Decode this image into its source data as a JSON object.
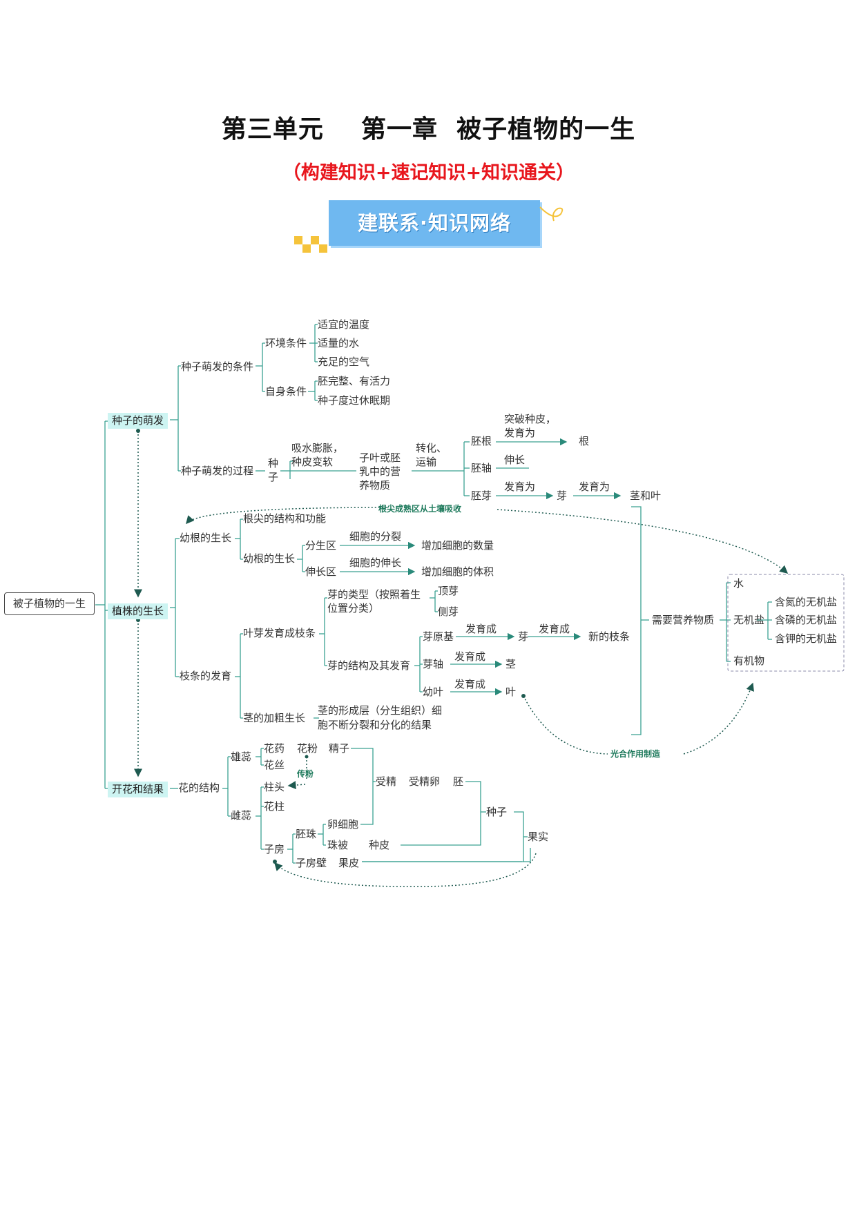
{
  "header": {
    "title": "第三单元    第一章  被子植物的一生",
    "subtitle": "（构建知识+速记知识+知识通关）",
    "banner": "建联系·知识网络"
  },
  "map": {
    "root": "被子植物的一生",
    "branches": {
      "seed": "种子的萌发",
      "growth": "植株的生长",
      "flower": "开花和结果"
    },
    "seed": {
      "conditions": "种子萌发的条件",
      "env": "环境条件",
      "env_items": [
        "适宜的温度",
        "适量的水",
        "充足的空气"
      ],
      "self": "自身条件",
      "self_items": [
        "胚完整、有活力",
        "种子度过休眠期"
      ],
      "process": "种子萌发的过程",
      "seed_char1": "种",
      "seed_char2": "子",
      "absorb1": "吸水膨胀，",
      "absorb2": "种皮变软",
      "nutri1": "子叶或胚",
      "nutri2": "乳中的营",
      "nutri3": "养物质",
      "trans1": "转化、",
      "trans2": "运输",
      "radicle": "胚根",
      "radicle_note1": "突破种皮，",
      "radicle_note2": "发育为",
      "root_out": "根",
      "hypocotyl": "胚轴",
      "elongate": "伸长",
      "plumule": "胚芽",
      "develop1": "发育为",
      "bud": "芽",
      "develop2": "发育为",
      "stem_leaf": "茎和叶"
    },
    "growth": {
      "radicle_growth": "幼根的生长",
      "root_tip": "根尖的结构和功能",
      "root_growth": "幼根的生长",
      "meristem": "分生区",
      "cell_division": "细胞的分裂",
      "cell_number": "增加细胞的数量",
      "elongation": "伸长区",
      "cell_elong": "细胞的伸长",
      "cell_volume": "增加细胞的体积",
      "absorb_note": "根尖成熟区从土壤吸收",
      "branch_dev": "枝条的发育",
      "leafbud": "叶芽发育成枝条",
      "bud_type1": "芽的类型（按照着生",
      "bud_type2": "位置分类）",
      "terminal": "顶芽",
      "lateral": "侧芽",
      "bud_struct": "芽的结构及其发育",
      "primordium": "芽原基",
      "d1": "发育成",
      "bud2": "芽",
      "d2": "发育成",
      "new_branch": "新的枝条",
      "axis": "芽轴",
      "d3": "发育成",
      "stem": "茎",
      "young_leaf": "幼叶",
      "d4": "发育成",
      "leaf": "叶",
      "thicken": "茎的加粗生长",
      "thicken_note1": "茎的形成层（分生组织）细",
      "thicken_note2": "胞不断分裂和分化的结果",
      "photo_note": "光合作用制造",
      "need": "需要营养物质",
      "water": "水",
      "salt": "无机盐",
      "salts": [
        "含氮的无机盐",
        "含磷的无机盐",
        "含钾的无机盐"
      ],
      "organic": "有机物"
    },
    "flower": {
      "structure": "花的结构",
      "stamen": "雄蕊",
      "anther": "花药",
      "pollen": "花粉",
      "sperm": "精子",
      "filament": "花丝",
      "pollination": "传粉",
      "pistil": "雌蕊",
      "stigma": "柱头",
      "style": "花柱",
      "ovary": "子房",
      "ovule": "胚珠",
      "egg": "卵细胞",
      "integument": "珠被",
      "seed_coat": "种皮",
      "ovary_wall": "子房壁",
      "pericarp": "果皮",
      "fert": "受精",
      "zygote": "受精卵",
      "embryo": "胚",
      "seed": "种子",
      "fruit": "果实"
    }
  }
}
